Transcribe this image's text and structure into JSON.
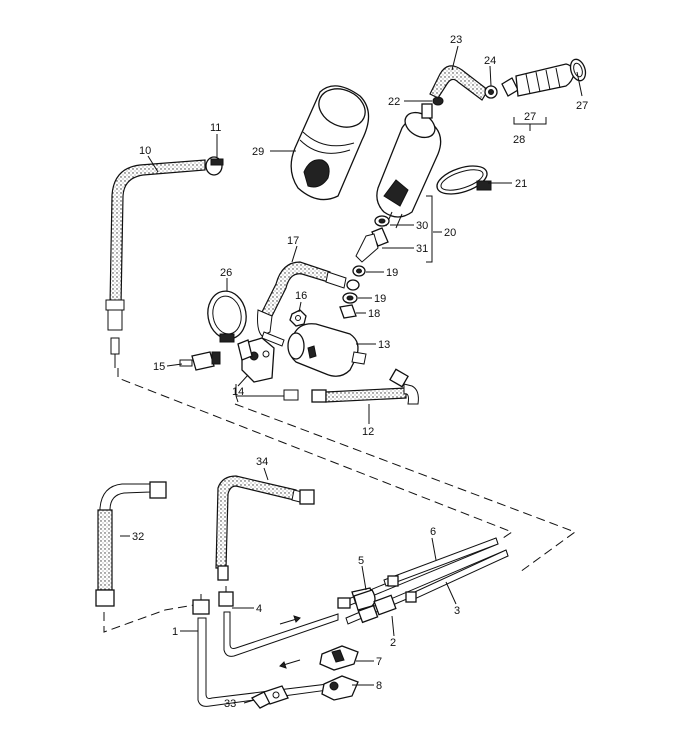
{
  "diagram": {
    "labels": [
      {
        "id": "p1",
        "text": "1"
      },
      {
        "id": "p2",
        "text": "2"
      },
      {
        "id": "p3",
        "text": "3"
      },
      {
        "id": "p4",
        "text": "4"
      },
      {
        "id": "p5",
        "text": "5"
      },
      {
        "id": "p6",
        "text": "6"
      },
      {
        "id": "p7",
        "text": "7"
      },
      {
        "id": "p8",
        "text": "8"
      },
      {
        "id": "p10",
        "text": "10"
      },
      {
        "id": "p11",
        "text": "11"
      },
      {
        "id": "p12",
        "text": "12"
      },
      {
        "id": "p13",
        "text": "13"
      },
      {
        "id": "p14",
        "text": "14"
      },
      {
        "id": "p15",
        "text": "15"
      },
      {
        "id": "p16",
        "text": "16"
      },
      {
        "id": "p17",
        "text": "17"
      },
      {
        "id": "p18",
        "text": "18"
      },
      {
        "id": "p19a",
        "text": "19"
      },
      {
        "id": "p19b",
        "text": "19"
      },
      {
        "id": "p20",
        "text": "20"
      },
      {
        "id": "p21",
        "text": "21"
      },
      {
        "id": "p22",
        "text": "22"
      },
      {
        "id": "p23",
        "text": "23"
      },
      {
        "id": "p24",
        "text": "24"
      },
      {
        "id": "p26",
        "text": "26"
      },
      {
        "id": "p27a",
        "text": "27"
      },
      {
        "id": "p27b",
        "text": "27"
      },
      {
        "id": "p28",
        "text": "28"
      },
      {
        "id": "p29",
        "text": "29"
      },
      {
        "id": "p30",
        "text": "30"
      },
      {
        "id": "p31",
        "text": "31"
      },
      {
        "id": "p32",
        "text": "32"
      },
      {
        "id": "p33",
        "text": "33"
      },
      {
        "id": "p34",
        "text": "34"
      }
    ]
  }
}
